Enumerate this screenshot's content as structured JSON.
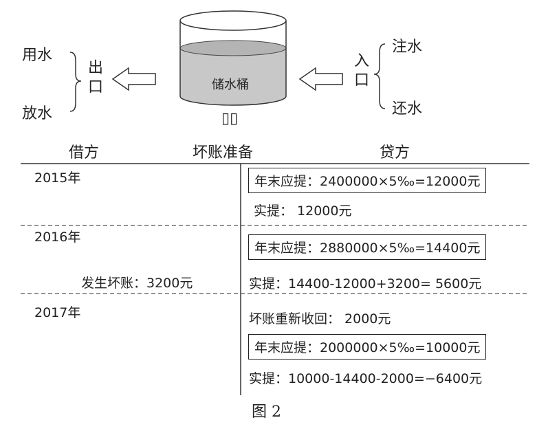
{
  "diagram": {
    "bucket_label": "储水桶",
    "left_items": [
      "用水",
      "放水"
    ],
    "left_side_label": "出口",
    "right_items": [
      "注水",
      "还水"
    ],
    "right_side_label": "入口",
    "sub_glyph": "▯▯",
    "caption": "图 2"
  },
  "ledger": {
    "debit_header": "借方",
    "title": "坏账准备",
    "credit_header": "贷方",
    "years": [
      {
        "year": "2015年",
        "debit_entries": [],
        "credit_box": "年末应提：2400000×5‰=12000元",
        "credit_entries": [
          "实提： 12000元"
        ]
      },
      {
        "year": "2016年",
        "debit_entries": [
          "发生坏账：3200元"
        ],
        "credit_box": "年末应提：2880000×5‰=14400元",
        "credit_entries": [
          "实提：14400-12000+3200= 5600元"
        ]
      },
      {
        "year": "2017年",
        "debit_entries": [],
        "credit_pre": "坏账重新收回： 2000元",
        "credit_box": "年末应提：2000000×5‰=10000元",
        "credit_entries": [
          "实提：10000-14400-2000=−6400元"
        ]
      }
    ]
  }
}
